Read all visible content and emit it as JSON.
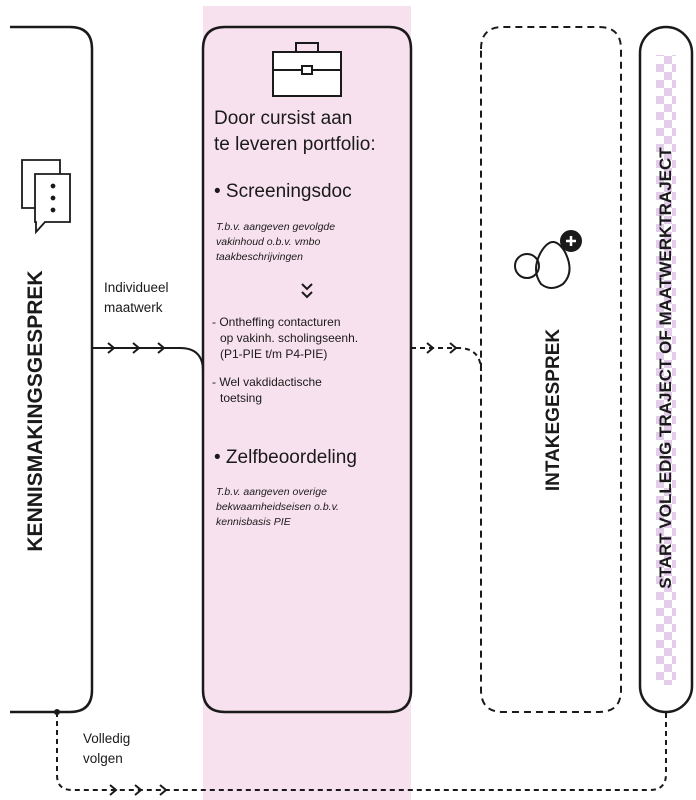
{
  "left_panel": {
    "title": "KENNISMAKINGSGESPREK",
    "icon": "chat-bubbles-icon"
  },
  "branch_individual": {
    "label_line1": "Individueel",
    "label_line2": "maatwerk"
  },
  "branch_full": {
    "label_line1": "Volledig",
    "label_line2": "volgen"
  },
  "portfolio": {
    "icon": "briefcase-icon",
    "title_line1": "Door cursist aan",
    "title_line2": "te leveren portfolio:",
    "section1": {
      "heading": "• Screeningsdoc",
      "note_line1": "T.b.v. aangeven gevolgde",
      "note_line2": "vakinhoud o.b.v. vmbo",
      "note_line3": "taakbeschrijvingen",
      "chevron": "double-chevron-down-icon",
      "item1_line1": "- Ontheffing contacturen",
      "item1_line2": "op vakinh. scholingseenh.",
      "item1_line3": "(P1-PIE t/m P4-PIE)",
      "item2_line1": "- Wel vakdidactische",
      "item2_line2": "toetsing"
    },
    "section2": {
      "heading": "• Zelfbeoordeling",
      "note_line1": "T.b.v. aangeven overige",
      "note_line2": "bekwaamheidseisen o.b.v.",
      "note_line3": "kennisbasis PIE"
    }
  },
  "intake": {
    "title": "INTAKEGESPREK",
    "icon": "person-add-icon"
  },
  "end_panel": {
    "title": "START VOLLEDIG TRAJECT OF MAATWERKTRAJECT",
    "stripe_color": "#e3cdea"
  },
  "colors": {
    "pink": "#f8e1ee",
    "line": "#1a1a1a",
    "lavender": "#e3cdea"
  }
}
